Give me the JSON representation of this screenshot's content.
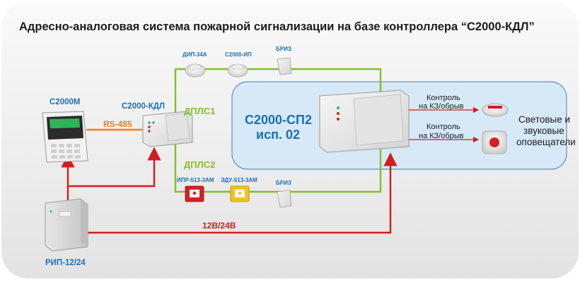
{
  "title": "Адресно-аналоговая система пожарной сигнализации на базе контроллера “С2000-КДЛ”",
  "devices": {
    "c2000m": {
      "label": "С2000М"
    },
    "kdl": {
      "label": "С2000-КДЛ"
    },
    "rip": {
      "label": "РИП-12/24"
    },
    "sp2": {
      "label_line1": "С2000-СП2",
      "label_line2": "исп. 02"
    }
  },
  "detectors_top": [
    "ДИП-34А",
    "С2000-ИП",
    "БРИЗ"
  ],
  "detectors_bottom": [
    "ИПР-513-3АМ",
    "ЭДУ-513-3АМ",
    "БРИЗ"
  ],
  "links": {
    "rs485": "RS-485",
    "loop1": "ДПЛС1",
    "loop2": "ДПЛС2",
    "power": "12В/24В"
  },
  "outputs": {
    "control1": [
      "Контроль",
      "на КЗ/обрыв"
    ],
    "control2": [
      "Контроль",
      "на КЗ/обрыв"
    ],
    "notifiers": [
      "Световые и",
      "звуковые",
      "оповещатели"
    ]
  },
  "colors": {
    "loop_green": "#84bf2a",
    "rs485_orange": "#ef7f1a",
    "power_red": "#cf1e1e",
    "label_blue": "#1a6fb8",
    "panel_blue": "#d7e8f7"
  }
}
